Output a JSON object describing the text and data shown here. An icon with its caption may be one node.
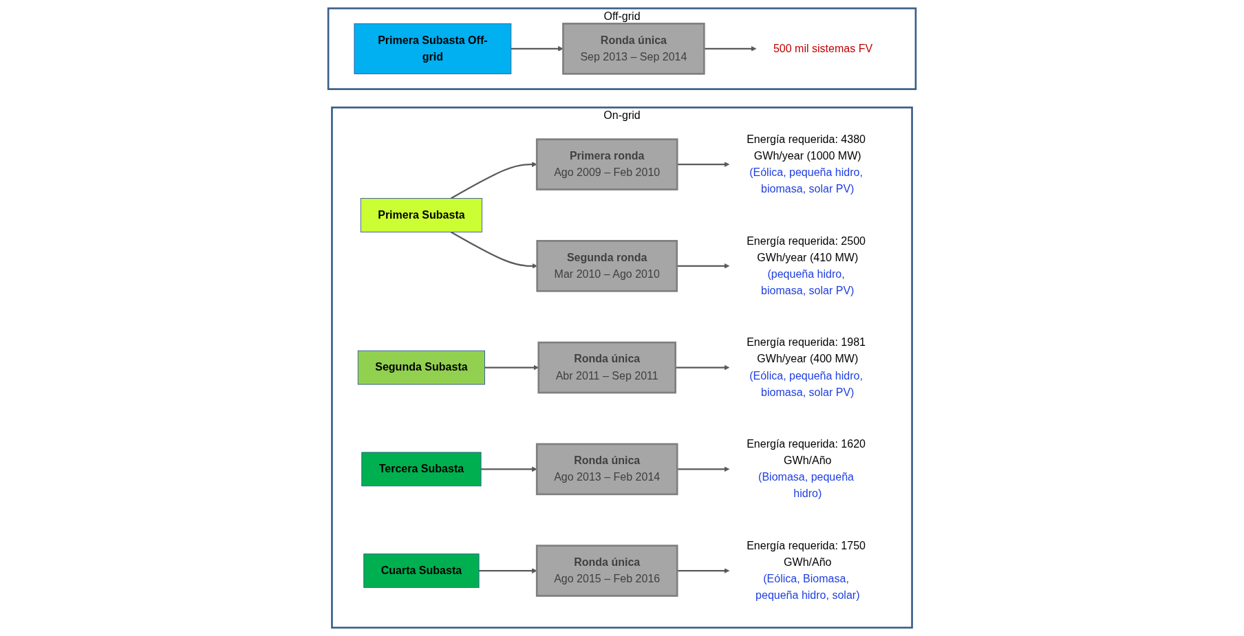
{
  "diagram": {
    "nodes": [
      {
        "text": [
          "On-grid"
        ]
      },
      {
        "text": [
          "Primera Subasta"
        ],
        "in": 0
      },
      {
        "text": [
          "Primera ronda",
          "Ago 2009 – Feb 2010"
        ],
        "in": 0
      },
      {
        "text": [
          "Energía requerida: 4380 GWh/year (1000 MW)",
          "(Eólica, pequeña hidro, biomasa, solar PV)"
        ],
        "in": 0
      },
      {
        "text": [
          "Segunda ronda",
          "Mar 2010 – Ago 2010"
        ],
        "in": 0
      },
      {
        "text": [
          "Energía requerida: 2500 GWh/year (410 MW)",
          "(pequeña hidro, biomasa, solar PV)"
        ],
        "in": 0
      },
      {
        "text": [
          "Segunda Subasta"
        ],
        "in": 0
      },
      {
        "text": [
          "Ronda única",
          "Abr 2011 – Sep 2011"
        ],
        "in": 0
      },
      {
        "text": [
          "Energía requerida: 1981 GWh/year (400 MW)",
          "(Eólica, pequeña hidro, biomasa, solar PV)"
        ],
        "in": 0
      },
      {
        "text": [
          "Tercera Subasta"
        ],
        "in": 0
      },
      {
        "text": [
          "Ronda única",
          "Ago 2013 – Feb 2014"
        ],
        "in": 0
      },
      {
        "text": [
          "Energía requerida: 1620 GWh/Año",
          "(Biomasa, pequeña hidro)"
        ],
        "in": 0
      },
      {
        "text": [
          "Cuarta Subasta"
        ],
        "in": 0
      },
      {
        "text": [
          "Ronda única",
          "Ago 2015 – Feb 2016"
        ],
        "in": 0
      },
      {
        "text": [
          "Energía requerida: 1750 GWh/Año",
          "(Eólica, Biomasa, pequeña hidro, solar)"
        ],
        "in": 0
      },
      {
        "text": [
          "Off-grid"
        ]
      },
      {
        "text": [
          "Primera Subasta Off-grid"
        ],
        "in": 15
      },
      {
        "text": [
          "Ronda única",
          "Sep 2013 – Sep 2014"
        ],
        "in": 15
      },
      {
        "text": [
          "500 mil sistemas FV"
        ],
        "in": 15
      }
    ],
    "edges": [
      {
        "from": 1,
        "to": 2,
        "arrow": "to"
      },
      {
        "from": 1,
        "to": 4,
        "arrow": "to"
      },
      {
        "from": 2,
        "to": 3,
        "arrow": "to"
      },
      {
        "from": 4,
        "to": 5,
        "arrow": "to"
      },
      {
        "from": 6,
        "to": 7,
        "arrow": "to"
      },
      {
        "from": 7,
        "to": 8,
        "arrow": "to"
      },
      {
        "from": 9,
        "to": 10,
        "arrow": "to"
      },
      {
        "from": 10,
        "to": 11,
        "arrow": "to"
      },
      {
        "from": 12,
        "to": 13,
        "arrow": "to"
      },
      {
        "from": 13,
        "to": 14,
        "arrow": "to"
      },
      {
        "from": 16,
        "to": 17,
        "arrow": "to"
      },
      {
        "from": 17,
        "to": 18,
        "arrow": "to"
      }
    ]
  }
}
